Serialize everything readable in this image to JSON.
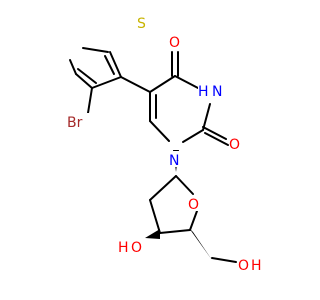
{
  "molecule": {
    "atoms": {
      "S": "S",
      "Br": "Br",
      "O4": "O",
      "NH": "H",
      "NH_N": "N",
      "O2": "O",
      "N1": "N",
      "Oring": "O",
      "HO_H": "H",
      "HO_O": "O",
      "OH_O": "O",
      "OH_H": "H"
    },
    "colors": {
      "carbon": "#000000",
      "oxygen": "#ff0000",
      "nitrogen": "#0000ff",
      "sulfur": "#c8b400",
      "bromine": "#a52a2a"
    }
  }
}
